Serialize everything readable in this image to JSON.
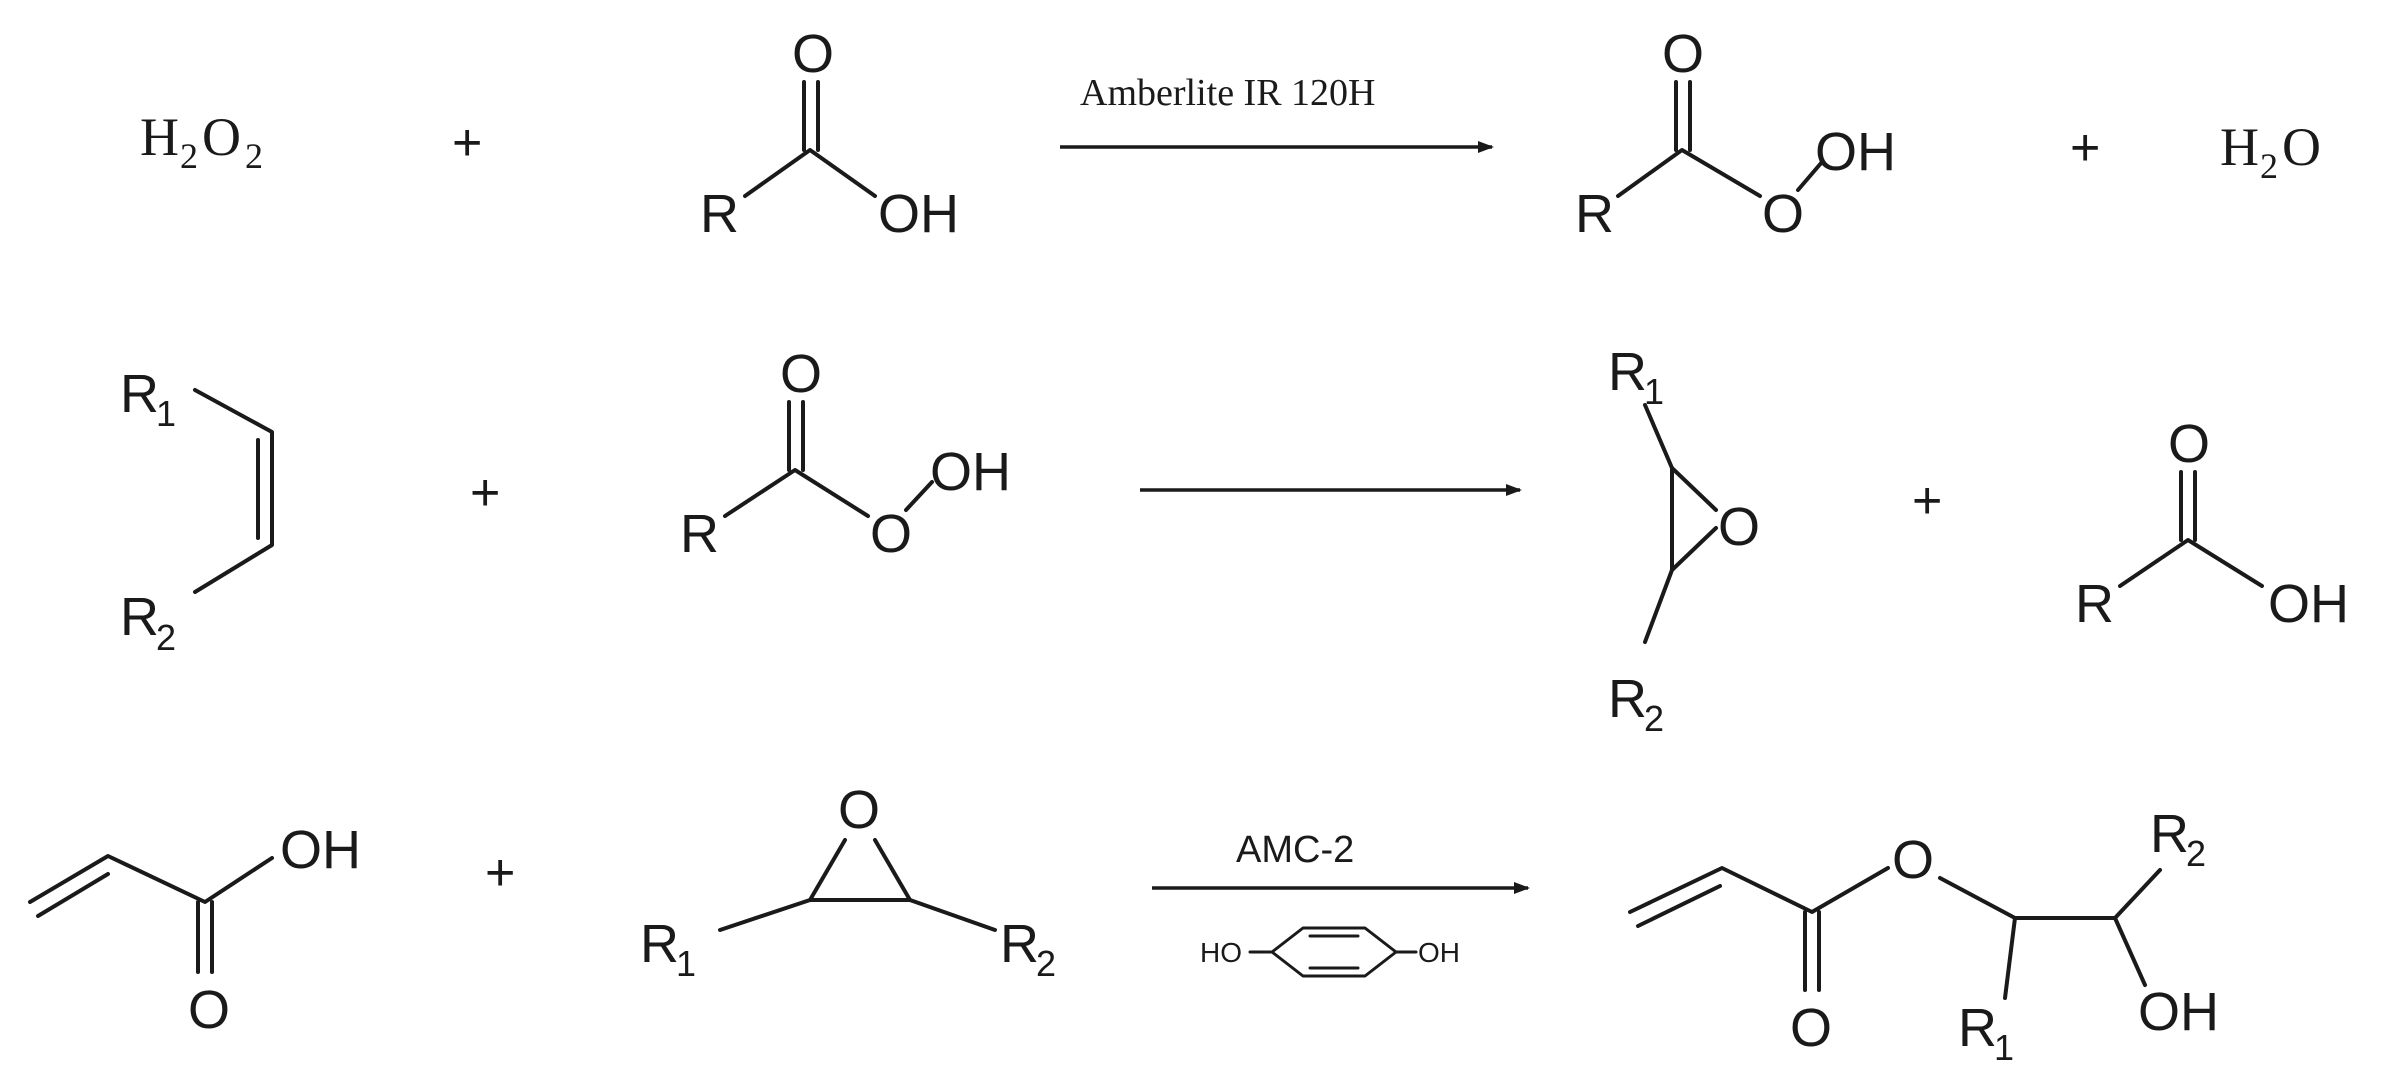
{
  "reactions": [
    {
      "id": "peracid_formation",
      "reagents": {
        "hydrogen_peroxide": "H2O2",
        "hp_H": "H",
        "hp_2a": "2",
        "hp_O": "O",
        "hp_2b": "2"
      },
      "plus": "+",
      "carboxylic_acid": {
        "O": "O",
        "R": "R",
        "OH": "OH"
      },
      "catalyst": "Amberlite IR 120H",
      "peracid": {
        "O_top": "O",
        "R": "R",
        "O_bridge": "O",
        "OH": "OH"
      },
      "water": {
        "H": "H",
        "sub": "2",
        "O": "O"
      }
    },
    {
      "id": "epoxidation",
      "alkene": {
        "R1": "R",
        "R1_sub": "1",
        "R2": "R",
        "R2_sub": "2"
      },
      "plus": "+",
      "peracid": {
        "O_top": "O",
        "R": "R",
        "O_bridge": "O",
        "OH": "OH"
      },
      "epoxide": {
        "R1": "R",
        "R1_sub": "1",
        "O": "O",
        "R2": "R",
        "R2_sub": "2"
      },
      "acid": {
        "O": "O",
        "R": "R",
        "OH": "OH"
      }
    },
    {
      "id": "ring_opening",
      "acrylic_acid": {
        "OH": "OH",
        "O": "O"
      },
      "plus": "+",
      "epoxide": {
        "O": "O",
        "R1": "R",
        "R1_sub": "1",
        "R2": "R",
        "R2_sub": "2"
      },
      "catalyst": "AMC-2",
      "inhibitor": {
        "HO": "HO",
        "OH": "OH"
      },
      "product": {
        "O_ester": "O",
        "O_carbonyl": "O",
        "R1": "R",
        "R1_sub": "1",
        "R2": "R",
        "R2_sub": "2",
        "OH": "OH"
      }
    }
  ]
}
